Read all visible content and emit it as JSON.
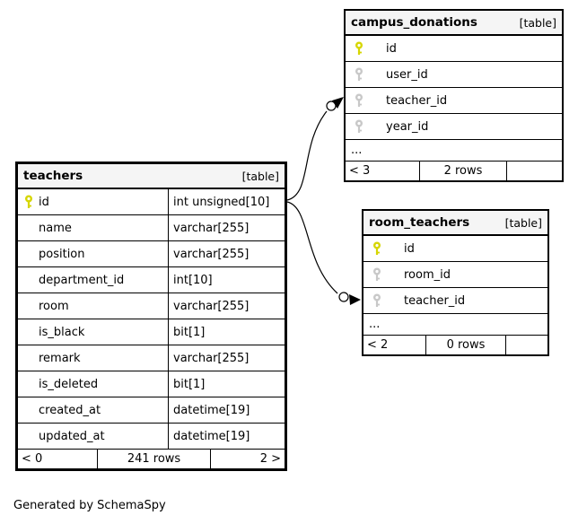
{
  "page": {
    "footer_note": "Generated by SchemaSpy"
  },
  "colors": {
    "header_bg": "#f5f5f5",
    "border": "#000000",
    "pk_key": "#d6d600",
    "fk_key": "#c8c8c8"
  },
  "tables": {
    "teachers": {
      "name": "teachers",
      "type_label": "[table]",
      "columns": [
        {
          "name": "id",
          "type": "int unsigned[10]",
          "key": "pk"
        },
        {
          "name": "name",
          "type": "varchar[255]",
          "key": ""
        },
        {
          "name": "position",
          "type": "varchar[255]",
          "key": ""
        },
        {
          "name": "department_id",
          "type": "int[10]",
          "key": ""
        },
        {
          "name": "room",
          "type": "varchar[255]",
          "key": ""
        },
        {
          "name": "is_black",
          "type": "bit[1]",
          "key": ""
        },
        {
          "name": "remark",
          "type": "varchar[255]",
          "key": ""
        },
        {
          "name": "is_deleted",
          "type": "bit[1]",
          "key": ""
        },
        {
          "name": "created_at",
          "type": "datetime[19]",
          "key": ""
        },
        {
          "name": "updated_at",
          "type": "datetime[19]",
          "key": ""
        }
      ],
      "footer": {
        "left": "< 0",
        "center": "241 rows",
        "right": "2 >"
      }
    },
    "campus_donations": {
      "name": "campus_donations",
      "type_label": "[table]",
      "columns": [
        {
          "name": "id",
          "key": "pk"
        },
        {
          "name": "user_id",
          "key": "fk"
        },
        {
          "name": "teacher_id",
          "key": "fk"
        },
        {
          "name": "year_id",
          "key": "fk"
        }
      ],
      "ellipsis": "...",
      "footer": {
        "left": "< 3",
        "center": "2 rows",
        "right": ""
      }
    },
    "room_teachers": {
      "name": "room_teachers",
      "type_label": "[table]",
      "columns": [
        {
          "name": "id",
          "key": "pk"
        },
        {
          "name": "room_id",
          "key": "fk"
        },
        {
          "name": "teacher_id",
          "key": "fk"
        }
      ],
      "ellipsis": "...",
      "footer": {
        "left": "< 2",
        "center": "0 rows",
        "right": ""
      }
    }
  },
  "relationships": [
    {
      "from": "teachers.id",
      "to": "campus_donations.teacher_id"
    },
    {
      "from": "teachers.id",
      "to": "room_teachers.teacher_id"
    }
  ]
}
